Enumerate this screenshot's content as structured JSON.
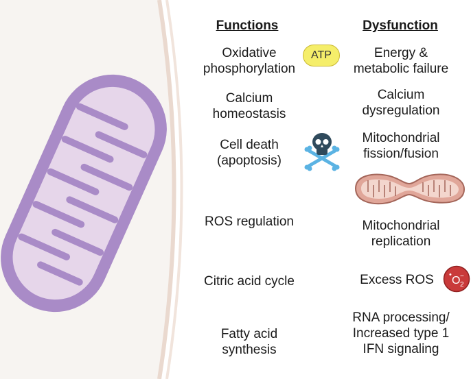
{
  "headings": {
    "functions": "Functions",
    "dysfunction": "Dysfunction"
  },
  "functions": [
    {
      "line1": "Oxidative",
      "line2": "phosphorylation"
    },
    {
      "line1": "Calcium",
      "line2": "homeostasis"
    },
    {
      "line1": "Cell death",
      "line2": "(apoptosis)"
    },
    {
      "line1": "ROS regulation"
    },
    {
      "line1": "Citric acid cycle"
    },
    {
      "line1": "Fatty acid",
      "line2": "synthesis"
    }
  ],
  "dysfunctions": [
    {
      "line1": "Energy &",
      "line2": "metabolic failure"
    },
    {
      "line1": "Calcium",
      "line2": "dysregulation"
    },
    {
      "line1": "Mitochondrial",
      "line2": "fission/fusion"
    },
    {
      "line1": "Mitochondrial",
      "line2": "replication"
    },
    {
      "line1": "Excess ROS"
    },
    {
      "line1": "RNA processing/",
      "line2": "Increased type 1",
      "line3": "IFN signaling"
    }
  ],
  "badges": {
    "atp": "ATP",
    "superoxide": "O",
    "superoxide_sub": "2",
    "superoxide_sup": "•",
    "superoxide_charge": "−"
  },
  "icons": {
    "mitochondrion": "mitochondrion-icon",
    "skull": "skull-crossbones-icon",
    "small_mito": "fragmented-mitochondrion-icon"
  },
  "colors": {
    "mito_outer": "#a98bc7",
    "mito_inner": "#e6d6ea",
    "atp_fill": "#f5ee6a",
    "ros_fill": "#c93a3a",
    "skull": "#2f4a5c",
    "bones": "#5bb3e3",
    "small_mito": "#e0a699"
  }
}
